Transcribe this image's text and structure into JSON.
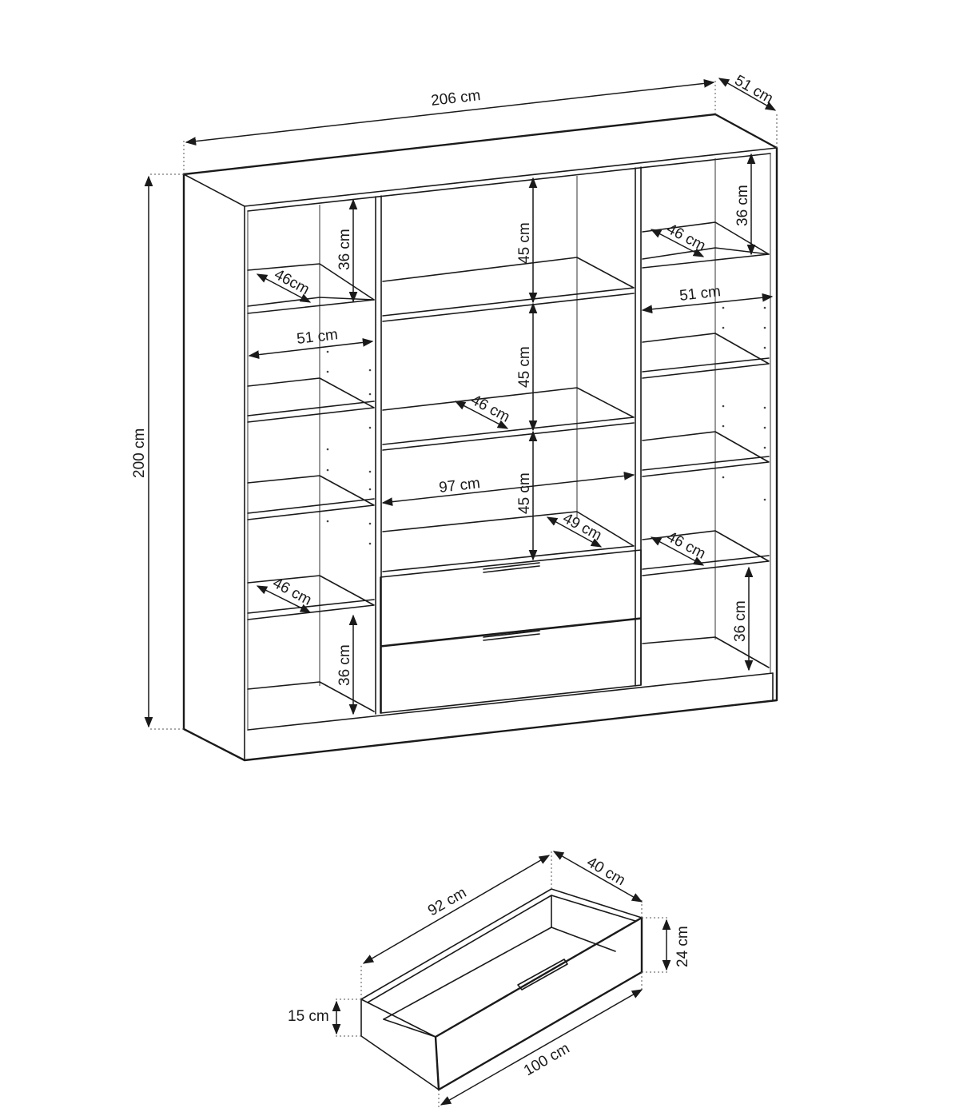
{
  "cabinet": {
    "width_label": "206 cm",
    "depth_label": "51 cm",
    "height_label": "200 cm",
    "left_column": {
      "top_shelf_height": "36 cm",
      "top_shelf_depth": "46cm",
      "inner_width": "51 cm",
      "lower_shelf_depth": "46 cm",
      "bottom_shelf_height": "36 cm"
    },
    "center_column": {
      "top_shelf_height": "45 cm",
      "middle_shelf_height": "45 cm",
      "middle_shelf_depth": "46 cm",
      "inner_width": "97 cm",
      "lower_shelf_height": "45 cm",
      "lower_shelf_depth": "49 cm"
    },
    "right_column": {
      "top_shelf_height": "36 cm",
      "top_shelf_depth": "46 cm",
      "inner_width": "51 cm",
      "lower_shelf_depth": "46 cm",
      "bottom_shelf_height": "36 cm"
    }
  },
  "drawer": {
    "inner_length_label": "92 cm",
    "depth_label": "40 cm",
    "height_label": "24 cm",
    "front_height_label": "15 cm",
    "front_length_label": "100 cm"
  }
}
